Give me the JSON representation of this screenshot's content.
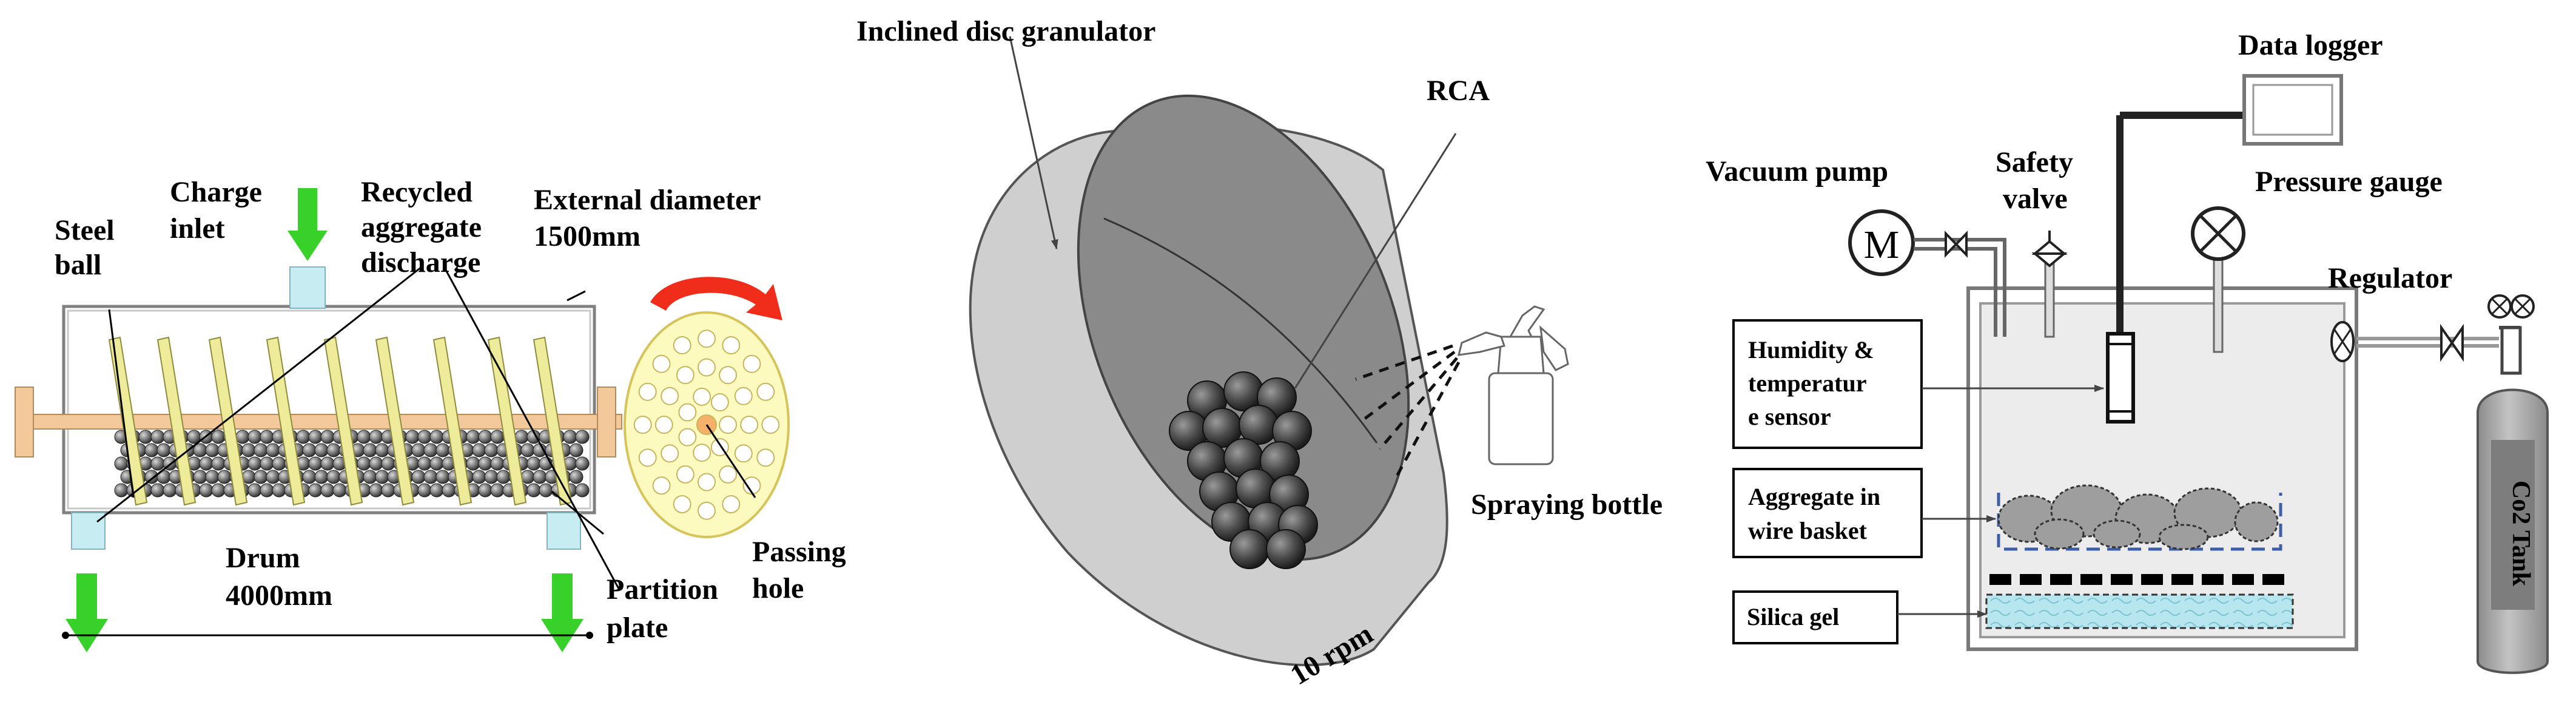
{
  "panels": {
    "ball_mill": {
      "labels": {
        "charge_inlet_1": "Charge",
        "charge_inlet_2": "inlet",
        "recycled_1": "Recycled",
        "recycled_2": "aggregate",
        "recycled_3": "discharge",
        "external_1": "External diameter",
        "external_2": "1500mm",
        "steel_ball_1": "Steel",
        "steel_ball_2": "ball",
        "drum_1": "Drum",
        "drum_2": "4000mm",
        "partition_1": "Partition",
        "partition_2": "plate",
        "passing_1": "Passing",
        "passing_2": "hole"
      }
    },
    "granulator": {
      "labels": {
        "title": "Inclined disc granulator",
        "rca": "RCA",
        "spraying_bottle": "Spraying bottle",
        "speed": "10 rpm"
      }
    },
    "carbonation": {
      "labels": {
        "data_logger": "Data logger",
        "vacuum_pump": "Vacuum pump",
        "safety_valve_1": "Safety",
        "safety_valve_2": "valve",
        "pressure_gauge": "Pressure gauge",
        "regulator": "Regulator",
        "humidity_1": "Humidity &",
        "humidity_2": "temperatur",
        "humidity_3": "e sensor",
        "aggregate_1": "Aggregate in",
        "aggregate_2": "wire basket",
        "silica_gel": "Silica gel",
        "co2_tank": "Co2 Tank"
      }
    }
  },
  "colors": {
    "shaft": "#f3c89a",
    "partition": "#eeeb9a",
    "charge_inlet": "#c7edf3",
    "arrow_green": "#37d12a",
    "rotation_arrow": "#f02d1a",
    "end_disc": "#fdfac0",
    "granulator_outer": "#cfcfcf",
    "granulator_inner": "#888888",
    "silica_gel": "#b7e6ef",
    "basket_dash": "#3f5ea8",
    "tank": "#a9a9a9",
    "tank_label_bg": "#7d7d7d"
  },
  "icons": {
    "vacuum_pump": "motor-symbol-icon",
    "pressure_gauge": "gauge-cross-icon",
    "regulator": "valve-icon",
    "rotation": "curved-arrow-icon"
  }
}
